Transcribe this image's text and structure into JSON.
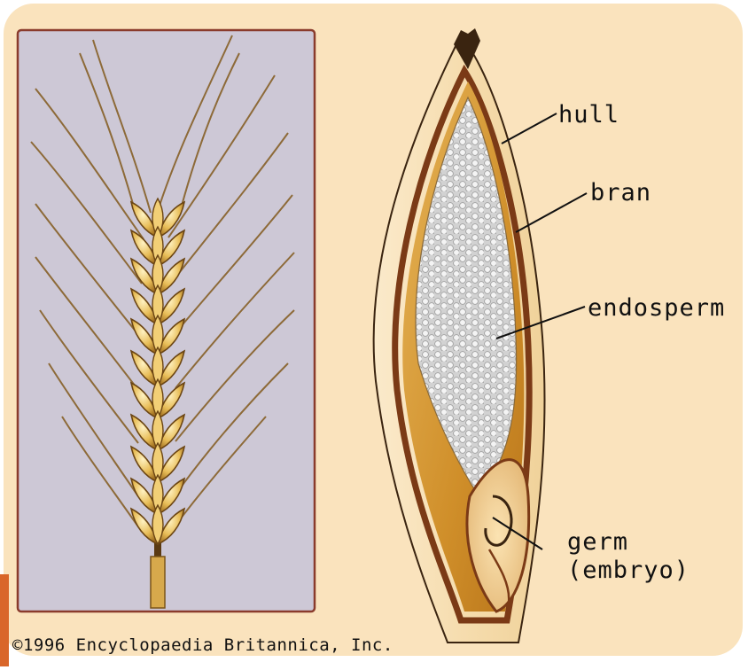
{
  "diagram": {
    "labels": {
      "hull": "hull",
      "bran": "bran",
      "endosperm": "endosperm",
      "germ": "germ",
      "embryo": "(embryo)"
    },
    "copyright": "©1996 Encyclopaedia Britannica, Inc."
  },
  "colors": {
    "background": "#fae3bd",
    "left_panel": "#cdc8d6",
    "panel_border": "#8a3b2c",
    "bran": "#7b3a16",
    "hull": "#f7dfb0",
    "endosperm": "#c9c9c9",
    "wheat_grain": "#e8bd57",
    "accent_corner": "#d9662a"
  }
}
